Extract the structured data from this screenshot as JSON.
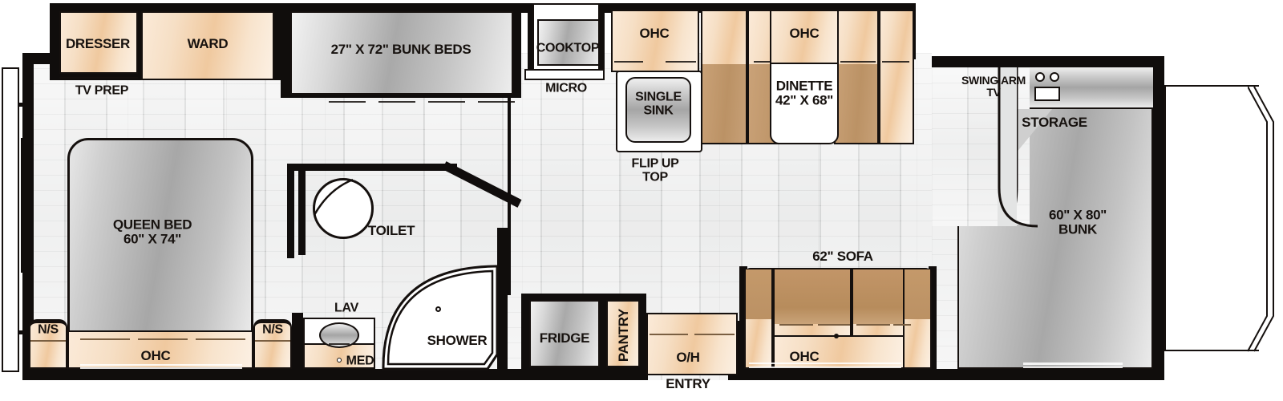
{
  "title": "RV Floorplan",
  "rooms": {
    "dresser": "DRESSER",
    "ward": "WARD",
    "tv_prep": "TV PREP",
    "bunk_beds": "27\" X 72\" BUNK BEDS",
    "cooktop": "COOKTOP",
    "micro": "MICRO",
    "ohc_kitchen": "OHC",
    "single_sink": "SINGLE\nSINK",
    "flip_up_top": "FLIP UP\nTOP",
    "ohc_dinette": "OHC",
    "dinette": "DINETTE\n42\" X 68\"",
    "swing_arm_tv": "SWING ARM\nTV",
    "storage": "STORAGE",
    "bunk_rear": "60\" X 80\"\nBUNK",
    "queen_bed": "QUEEN BED\n60\" X 74\"",
    "ns_left": "N/S",
    "ns_right": "N/S",
    "ohc_bedroom": "OHC",
    "toilet": "TOILET",
    "lav": "LAV",
    "med": "MED",
    "shower": "SHOWER",
    "fridge": "FRIDGE",
    "pantry": "PANTRY",
    "oh_entry": "O/H",
    "entry": "ENTRY",
    "sofa": "62\" SOFA",
    "ohc_sofa": "OHC"
  },
  "colors": {
    "wall_black": "#100d0c",
    "cabinet_peach": "#f4d9bb",
    "upholstery_tan": "#c09463",
    "appliance_silver": "#bfbfbf",
    "floor_gray": "#e3e4e4",
    "white": "#ffffff"
  }
}
